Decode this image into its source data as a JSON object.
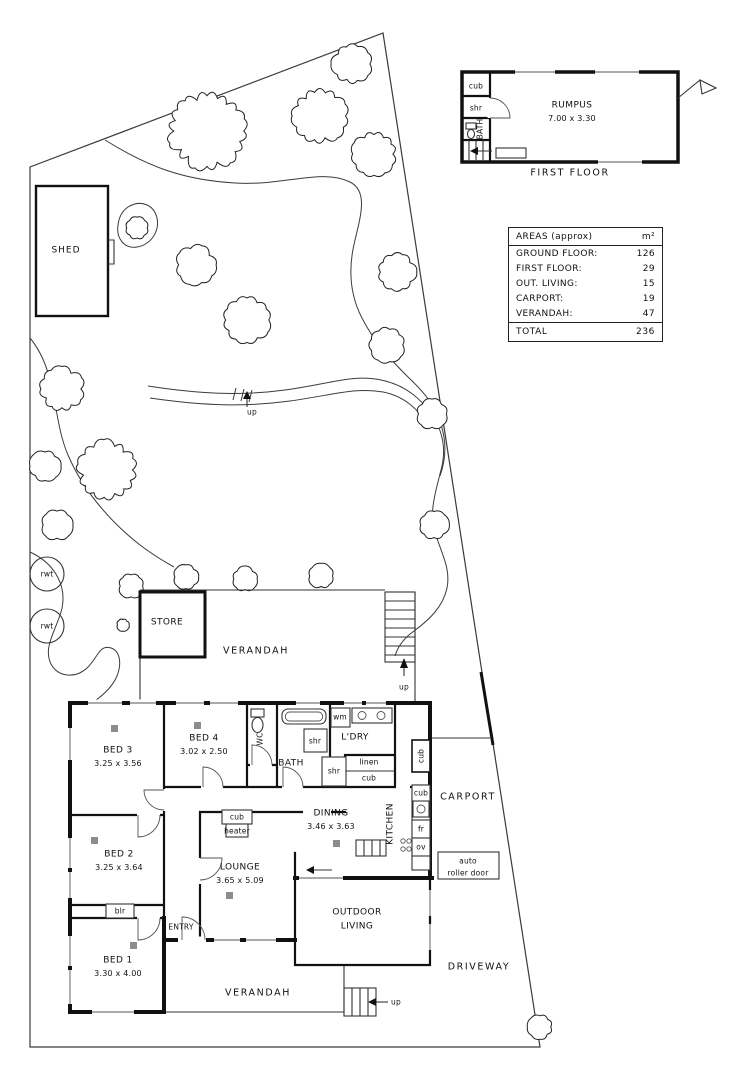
{
  "site": {
    "shed": "SHED",
    "rwt1": "rwt",
    "rwt2": "rwt",
    "garden_up": "up",
    "driveway": "DRIVEWAY"
  },
  "first_floor": {
    "cub": "cub",
    "shr": "shr",
    "bath": "BATH",
    "rumpus_name": "RUMPUS",
    "rumpus_dims": "7.00 x 3.30",
    "caption": "FIRST FLOOR"
  },
  "areas_table": {
    "title": "AREAS (approx)",
    "unit": "m²",
    "rows": [
      {
        "label": "GROUND FLOOR:",
        "value": "126"
      },
      {
        "label": "FIRST FLOOR:",
        "value": "29"
      },
      {
        "label": "OUT. LIVING:",
        "value": "15"
      },
      {
        "label": "CARPORT:",
        "value": "19"
      },
      {
        "label": "VERANDAH:",
        "value": "47"
      }
    ],
    "total_label": "TOTAL",
    "total_value": "236"
  },
  "house": {
    "store": "STORE",
    "verandah_upper": "VERANDAH",
    "verandah_lower": "VERANDAH",
    "up_stairs_upper": "up",
    "up_stairs_lower": "up",
    "bed3": {
      "name": "BED 3",
      "dims": "3.25 x 3.56"
    },
    "bed4": {
      "name": "BED 4",
      "dims": "3.02 x 2.50"
    },
    "bed2": {
      "name": "BED 2",
      "dims": "3.25 x 3.64"
    },
    "bed1": {
      "name": "BED 1",
      "dims": "3.30 x 4.00"
    },
    "lounge": {
      "name": "LOUNGE",
      "dims": "3.65 x 5.09"
    },
    "dining": {
      "name": "DINING",
      "dims": "3.46 x 3.63"
    },
    "kitchen": "KITCHEN",
    "wc": "WC",
    "bath": "BATH",
    "shr1": "shr",
    "shr2": "shr",
    "ldry": "L'DRY",
    "wm": "wm",
    "linen": "linen",
    "cub_hall": "cub",
    "cub_right": "cub",
    "cub_kitchen": "cub",
    "fr": "fr",
    "ov": "ov",
    "heater_cub": "cub",
    "heater": "heater",
    "blr": "blr",
    "entry": "ENTRY",
    "outdoor_line1": "OUTDOOR",
    "outdoor_line2": "LIVING",
    "carport": "CARPORT",
    "roller_line1": "auto",
    "roller_line2": "roller door"
  }
}
